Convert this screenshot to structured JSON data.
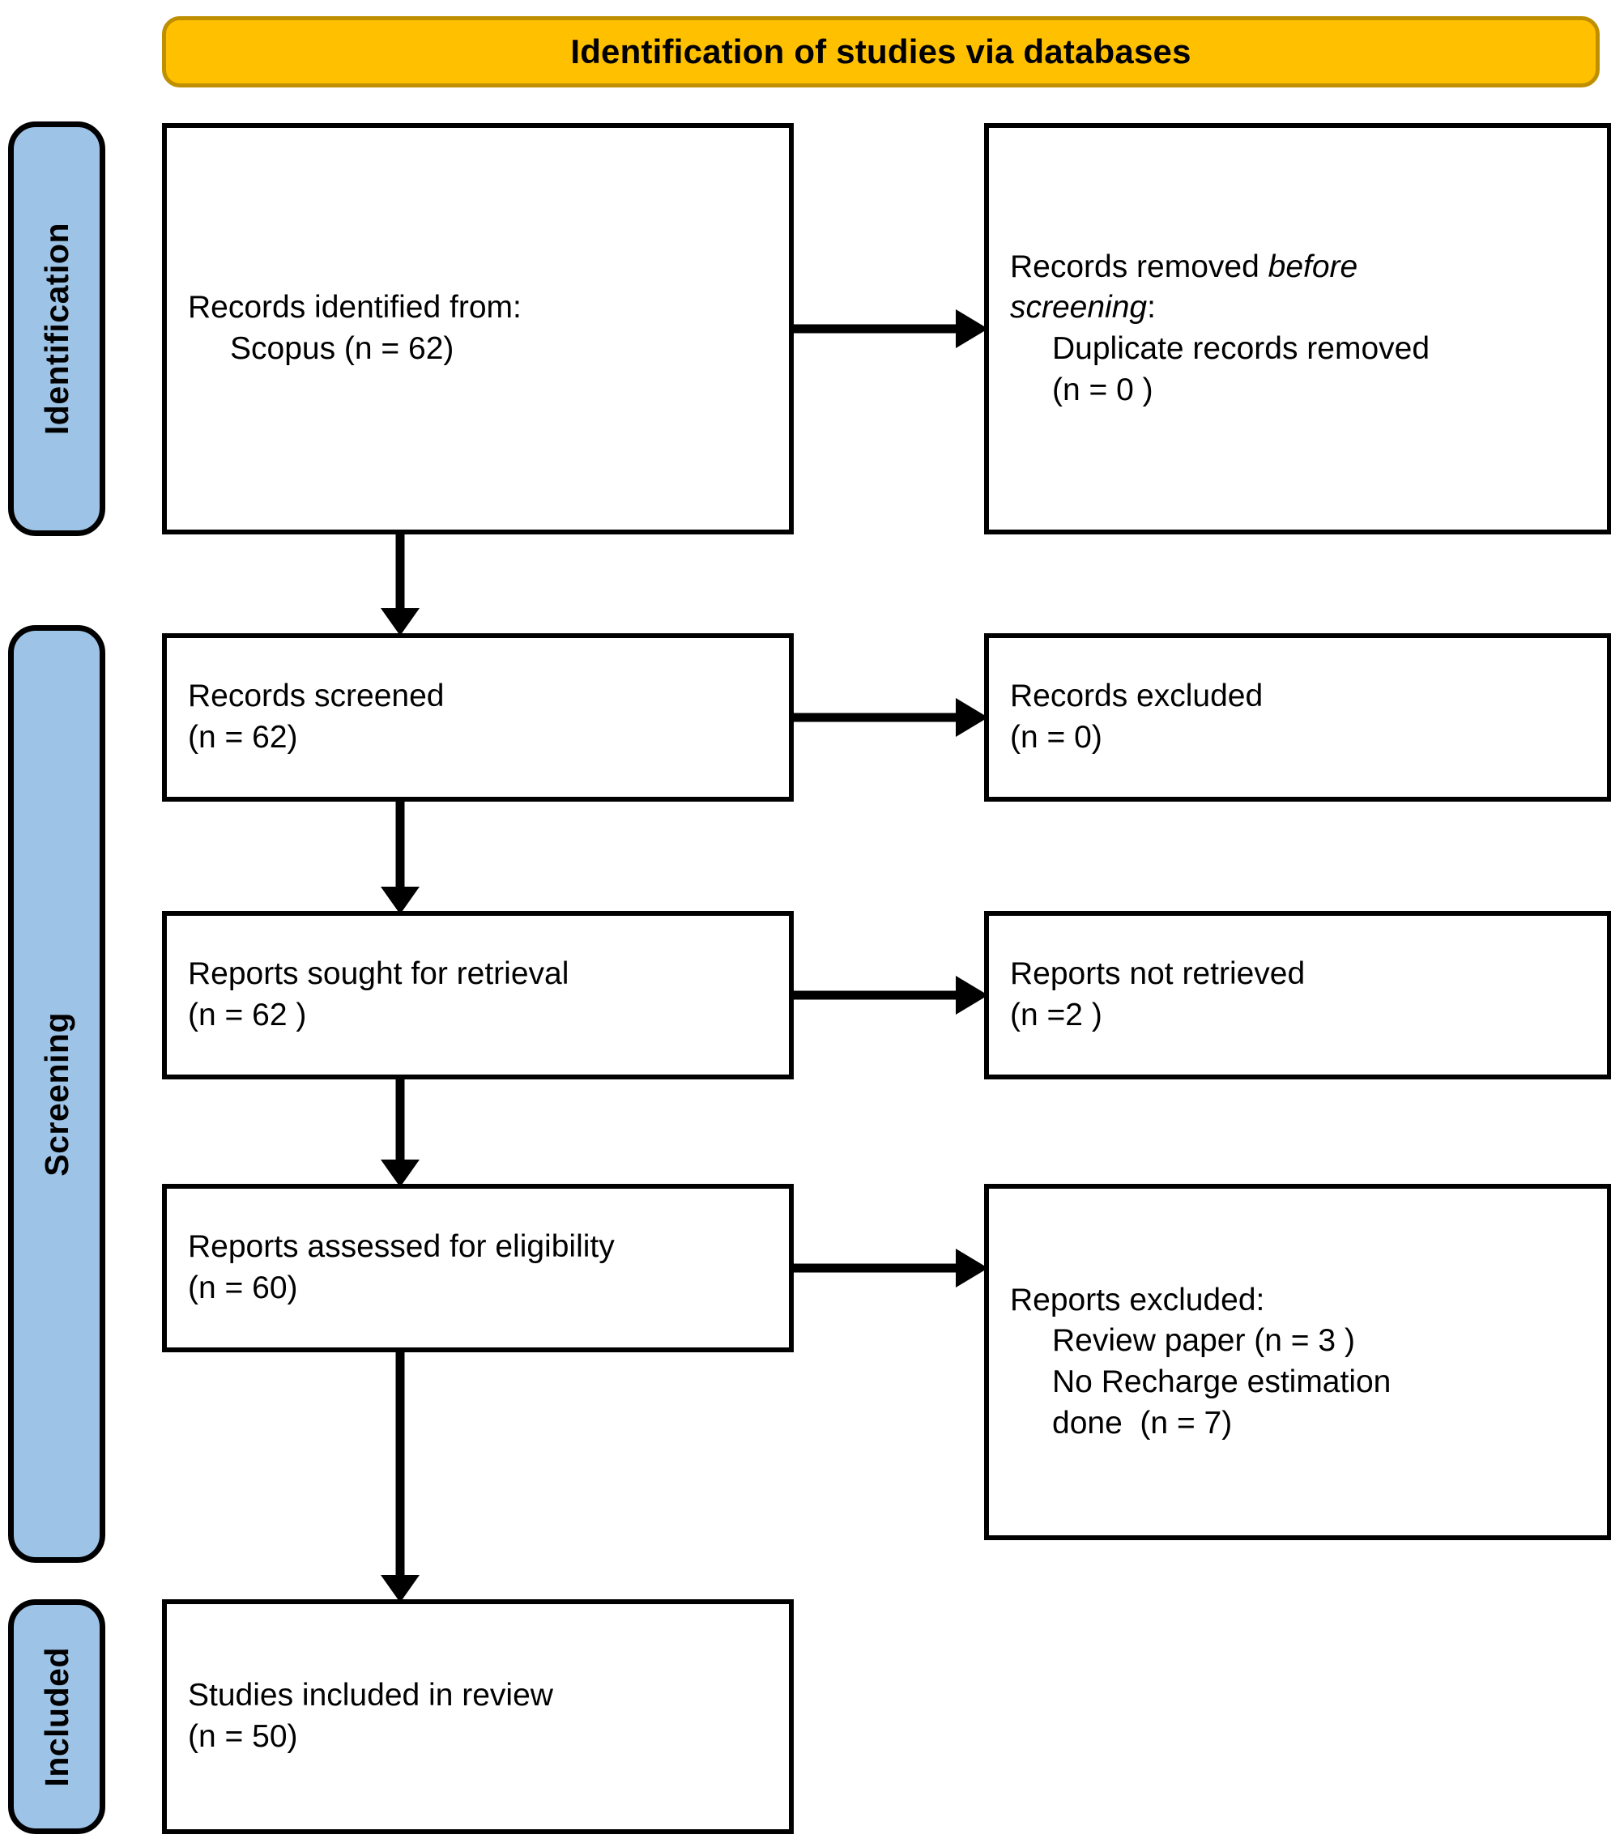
{
  "banner": {
    "title": "Identification of studies via databases"
  },
  "stages": [
    {
      "id": "identification",
      "label": "Identification"
    },
    {
      "id": "screening",
      "label": "Screening"
    },
    {
      "id": "included",
      "label": "Included"
    }
  ],
  "boxes": {
    "identified": {
      "line1": "Records identified from:",
      "line2": "Scopus (n = 62)"
    },
    "removed": {
      "line1_a": "Records removed ",
      "line1_b": "before",
      "line2_a": "screening",
      "line2_b": ":",
      "line3": "Duplicate records removed",
      "line4": "(n = 0 )"
    },
    "screened": {
      "line1": "Records screened",
      "line2": "(n = 62)"
    },
    "excluded_records": {
      "line1": "Records excluded",
      "line2": "(n = 0)"
    },
    "sought": {
      "line1": "Reports sought for retrieval",
      "line2": "(n = 62 )"
    },
    "not_retrieved": {
      "line1": "Reports not retrieved",
      "line2": "(n =2 )"
    },
    "assessed": {
      "line1": "Reports assessed for eligibility",
      "line2": "(n = 60)"
    },
    "excluded_reports": {
      "line1": "Reports excluded:",
      "line2": "Review paper (n = 3 )",
      "line3": "No Recharge estimation",
      "line4": "done  (n = 7)"
    },
    "included": {
      "line1": "Studies included in review",
      "line2": "(n = 50)"
    }
  },
  "colors": {
    "banner_fill": "#FFC000",
    "banner_border": "#BF8F00",
    "stage_fill": "#9DC3E6",
    "box_border": "#000000",
    "box_fill": "#FFFFFF",
    "arrow": "#000000",
    "text": "#000000"
  }
}
